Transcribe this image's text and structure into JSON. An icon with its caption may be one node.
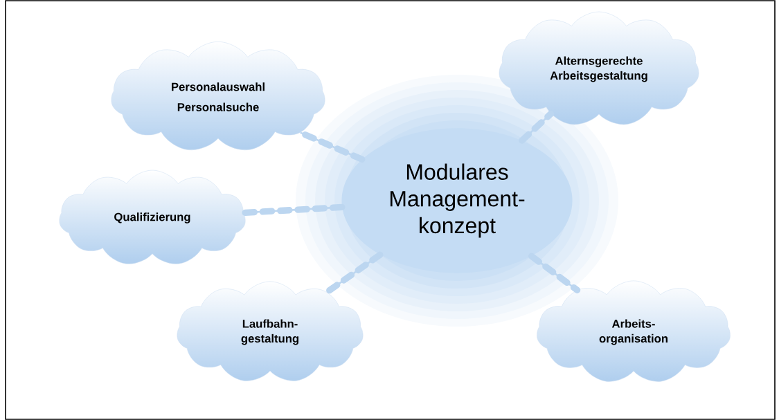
{
  "diagram": {
    "nodes": [
      {
        "text": [
          "Modulares Management- konzept"
        ]
      },
      {
        "text": [
          "Personalauswahl",
          "Personalsuche"
        ]
      },
      {
        "text": [
          "Alternsgerechte Arbeitsgestaltung"
        ]
      },
      {
        "text": [
          "Qualifizierung"
        ]
      },
      {
        "text": [
          "Laufbahn- gestaltung"
        ]
      },
      {
        "text": [
          "Arbeits- organisation"
        ]
      }
    ],
    "edges": [
      {
        "from": 0,
        "to": 1,
        "arrow": "none"
      },
      {
        "from": 0,
        "to": 2,
        "arrow": "none"
      },
      {
        "from": 0,
        "to": 3,
        "arrow": "none"
      },
      {
        "from": 0,
        "to": 4,
        "arrow": "none"
      },
      {
        "from": 0,
        "to": 5,
        "arrow": "none"
      }
    ]
  }
}
